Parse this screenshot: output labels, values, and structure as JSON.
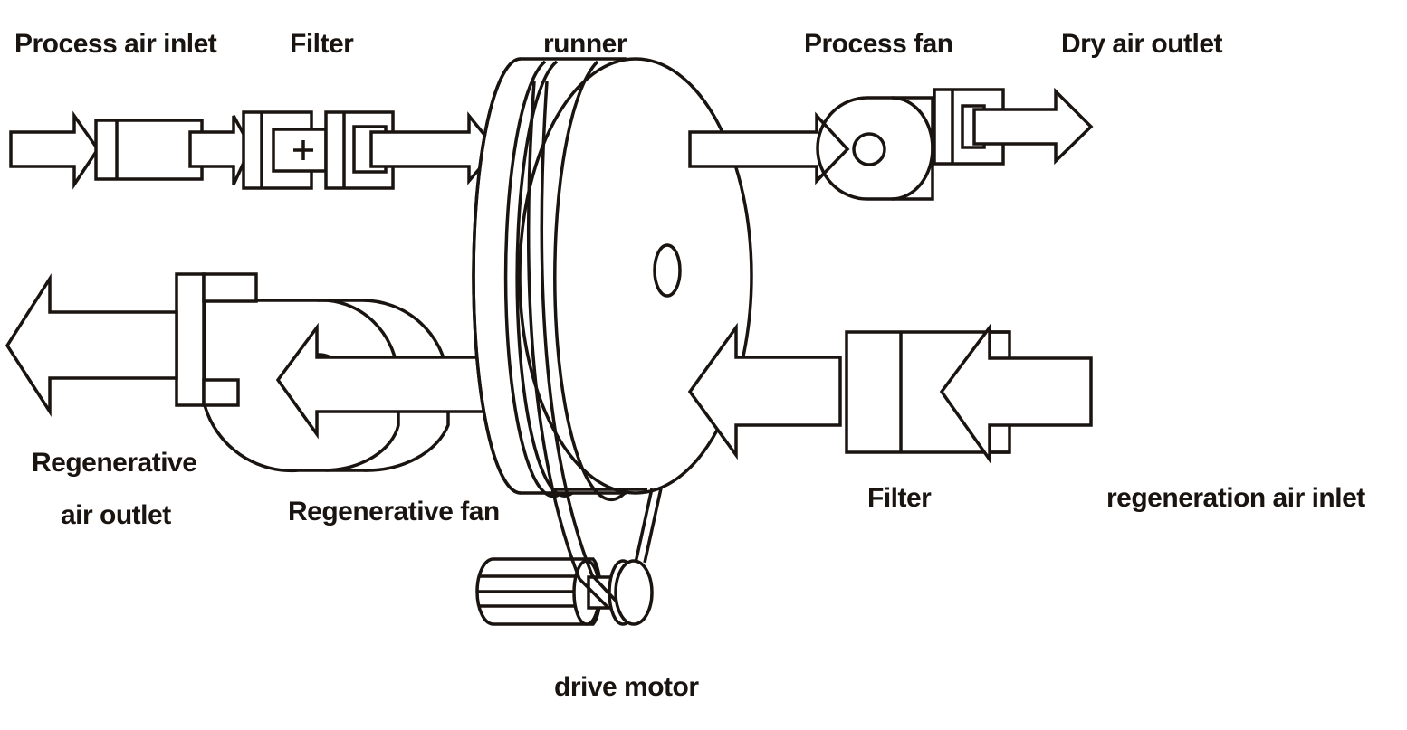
{
  "title": "Desiccant rotor dehumidifier airflow schematic",
  "colors": {
    "line": "#1a1410",
    "background": "#ffffff"
  },
  "labels": {
    "process_air_inlet": "Process air inlet",
    "process_filter": "Filter",
    "runner": "runner",
    "process_fan": "Process fan",
    "dry_air_outlet": "Dry air outlet",
    "regen_air_outlet_line1": "Regenerative",
    "regen_air_outlet_line2": "air outlet",
    "regen_fan": "Regenerative fan",
    "regen_filter": "Filter",
    "regen_air_inlet": "regeneration air inlet",
    "drive_motor": "drive motor"
  },
  "components": [
    {
      "id": "process-air-inlet",
      "type": "arrow",
      "direction": "right"
    },
    {
      "id": "process-prefilter",
      "type": "filter-box"
    },
    {
      "id": "process-filter-plus",
      "type": "filter-box",
      "symbol": "+"
    },
    {
      "id": "process-filter-second",
      "type": "filter-box"
    },
    {
      "id": "runner",
      "type": "desiccant-wheel"
    },
    {
      "id": "process-fan",
      "type": "fan"
    },
    {
      "id": "dry-air-outlet",
      "type": "arrow",
      "direction": "right"
    },
    {
      "id": "regen-air-inlet",
      "type": "arrow",
      "direction": "left"
    },
    {
      "id": "regen-filter",
      "type": "filter-box"
    },
    {
      "id": "regen-fan",
      "type": "fan"
    },
    {
      "id": "regen-air-outlet",
      "type": "arrow",
      "direction": "left"
    },
    {
      "id": "drive-motor",
      "type": "motor",
      "note": "belt-driven"
    }
  ]
}
